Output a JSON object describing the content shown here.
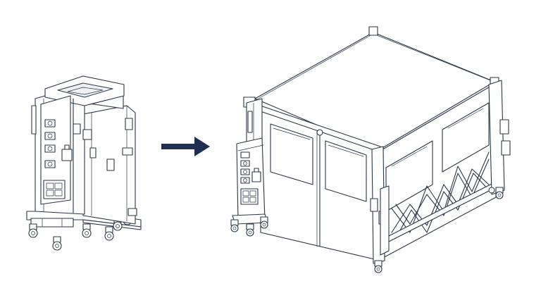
{
  "colors": {
    "line": "#2c3645",
    "arrow": "#1e2f4f",
    "background": "#ffffff"
  },
  "icons": [
    "compact-unit",
    "arrow-right",
    "deployed-shelter"
  ]
}
